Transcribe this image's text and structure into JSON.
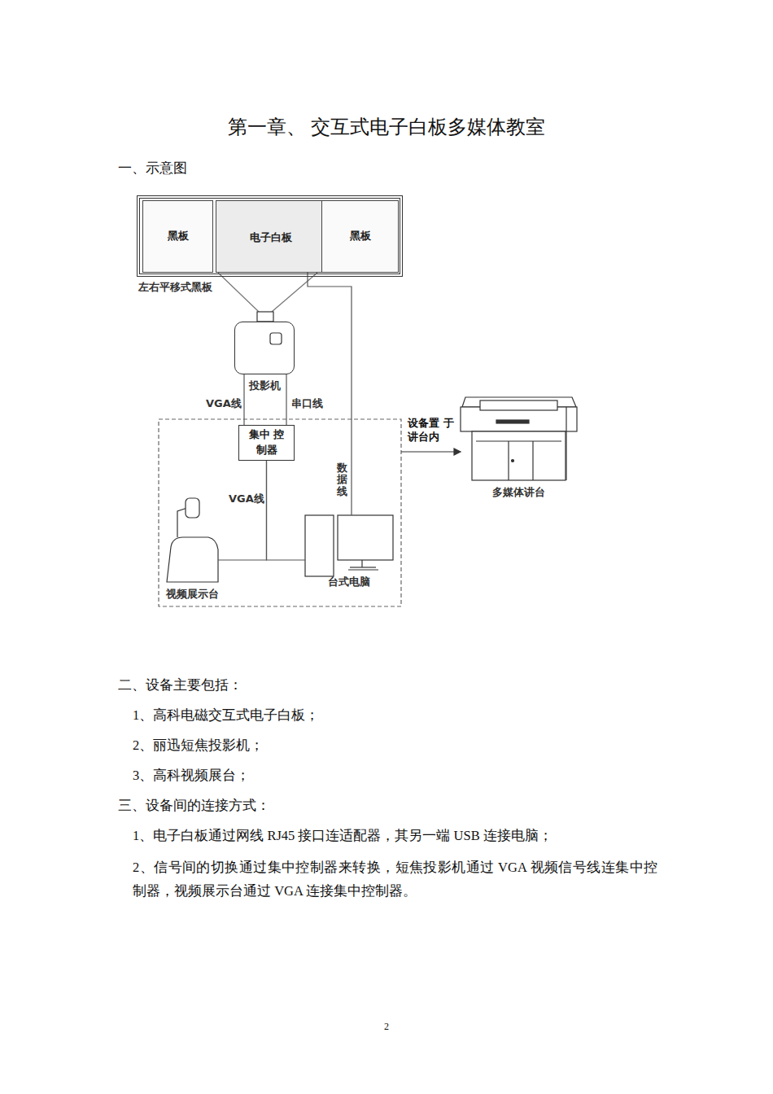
{
  "diagram": {
    "title": "第一章、 交互式电子白板多媒体教室",
    "nodes": [
      {
        "text": [
          "左右平移式黑板"
        ]
      },
      {
        "text": [
          "黑板"
        ],
        "in": 0
      },
      {
        "text": [
          "电子白板"
        ],
        "in": 0
      },
      {
        "text": [
          "黑板"
        ],
        "in": 0
      },
      {
        "text": [
          "投影机"
        ]
      },
      {
        "text": [
          "集中 控制器"
        ]
      },
      {
        "text": [
          "视频展示台"
        ]
      },
      {
        "text": [
          "台式电脑"
        ]
      },
      {
        "text": [
          "多媒体讲台"
        ]
      }
    ],
    "edges": [
      {
        "from": 5,
        "to": 4,
        "label": "VGA线",
        "arrow": "none"
      },
      {
        "from": 5,
        "to": 4,
        "label": "串口线",
        "arrow": "none"
      },
      {
        "from": 5,
        "to": 6,
        "label": "VGA线",
        "arrow": "none"
      },
      {
        "from": 5,
        "to": 7,
        "arrow": "none"
      },
      {
        "from": 2,
        "to": 7,
        "label": "数据线",
        "arrow": "none"
      }
    ],
    "labels": [
      "一、示意图",
      "设备置 于讲台内",
      "二、设备主要包括：",
      "1、高科电磁交互式电子白板；",
      "2、丽迅短焦投影机；",
      "3、高科视频展台；",
      "三、设备间的连接方式：",
      "1、电子白板通过网线 RJ45 接口连适配器，其另一端 USB 连接电脑；",
      "2、信号间的切换通过集中控制器来转换，短焦投影机通过 VGA 视频信号线连集中控制器，视频展示台通过 VGA 连接集中控制器。",
      "2"
    ]
  }
}
